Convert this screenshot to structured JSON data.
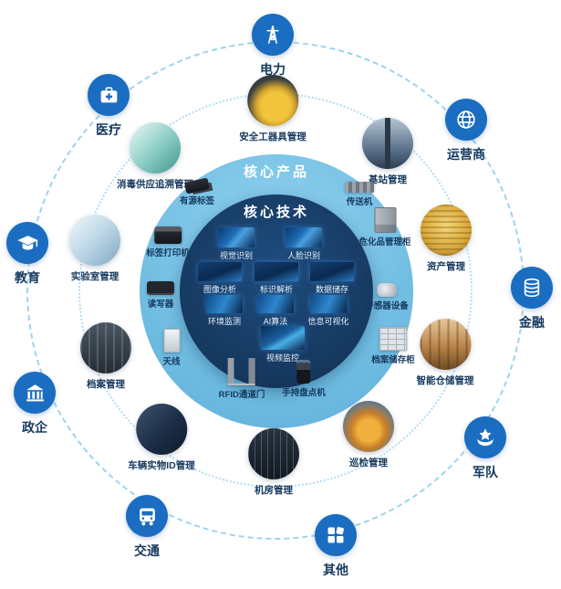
{
  "colors": {
    "industry_blue": "#1a6dc0",
    "ring_light_blue": "#74c0e4",
    "core_navy": "#16395f",
    "label_navy": "#16395f",
    "dashed_ring_blue": "#9ed3ef"
  },
  "diagram": {
    "core_tech": {
      "title": "核心技术",
      "items": [
        "视觉识别",
        "人脸识别",
        "图像分析",
        "标识解析",
        "数据储存",
        "环境监测",
        "AI算法",
        "信息可视化",
        "视频监控"
      ]
    },
    "core_products": {
      "title": "核心产品"
    },
    "products": [
      "有源标签",
      "传送机",
      "标签打印机",
      "危化品管理柜",
      "读写器",
      "传感器设备",
      "天线",
      "档案储存柜",
      "RFID通道门",
      "手持盘点机"
    ],
    "scenarios": [
      "安全工器具管理",
      "基站管理",
      "消毒供应追溯管理",
      "资产管理",
      "实验室管理",
      "智能仓储管理",
      "档案管理",
      "巡检管理",
      "车辆实物ID管理",
      "机房管理"
    ],
    "industries": [
      {
        "label": "电力",
        "icon": "power-tower-icon"
      },
      {
        "label": "医疗",
        "icon": "medical-kit-icon"
      },
      {
        "label": "运营商",
        "icon": "globe-network-icon"
      },
      {
        "label": "教育",
        "icon": "graduation-cap-icon"
      },
      {
        "label": "金融",
        "icon": "coins-stack-icon"
      },
      {
        "label": "政企",
        "icon": "government-building-icon"
      },
      {
        "label": "军队",
        "icon": "military-badge-icon"
      },
      {
        "label": "交通",
        "icon": "bus-icon"
      },
      {
        "label": "其他",
        "icon": "grid-squares-icon"
      }
    ]
  }
}
